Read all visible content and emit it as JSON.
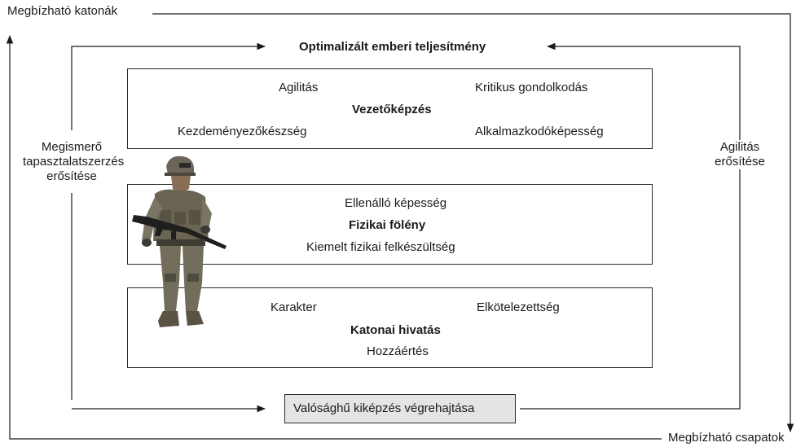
{
  "corner_labels": {
    "top_left": "Megbízható katonák",
    "bottom_right": "Megbízható csapatok"
  },
  "top_goal": "Optimalizált emberi teljesítmény",
  "side_labels": {
    "left_line1": "Megismerő",
    "left_line2": "tapasztalatszerzés",
    "left_line3": "erősítése",
    "right_line1": "Agilitás",
    "right_line2": "erősítése"
  },
  "boxes": {
    "leadership": {
      "title": "Vezetőképzés",
      "item_top_left": "Agilitás",
      "item_top_right": "Kritikus gondolkodás",
      "item_bottom_left": "Kezdeményezőkészség",
      "item_bottom_right": "Alkalmazkodóképesség"
    },
    "physical": {
      "title": "Fizikai fölény",
      "item_top": "Ellenálló képesség",
      "item_bottom": "Kiemelt fizikai felkészültség"
    },
    "profession": {
      "title": "Katonai hivatás",
      "item_top_left": "Karakter",
      "item_top_right": "Elkötelezettség",
      "item_bottom": "Hozzáértés"
    }
  },
  "bottom_action": "Valósághű kiképzés végrehajtása",
  "colors": {
    "line": "#1a1a1a",
    "action_box_fill": "#e4e4e4"
  }
}
